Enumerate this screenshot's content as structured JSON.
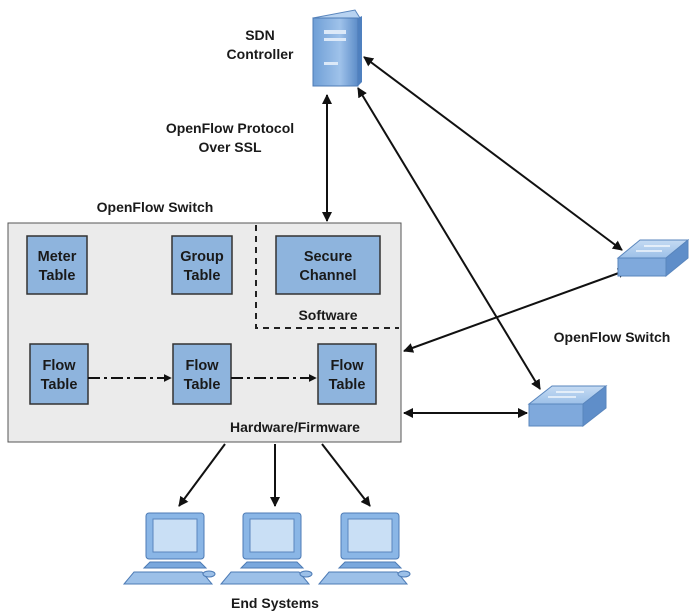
{
  "sdn_controller": {
    "line1": "SDN",
    "line2": "Controller"
  },
  "protocol": {
    "line1": "OpenFlow Protocol",
    "line2": "Over SSL"
  },
  "openflow_switch_main": {
    "title": "OpenFlow Switch",
    "meter_table": {
      "line1": "Meter",
      "line2": "Table"
    },
    "group_table": {
      "line1": "Group",
      "line2": "Table"
    },
    "secure_channel": {
      "line1": "Secure",
      "line2": "Channel"
    },
    "software_label": "Software",
    "flow_tables": [
      {
        "line1": "Flow",
        "line2": "Table"
      },
      {
        "line1": "Flow",
        "line2": "Table"
      },
      {
        "line1": "Flow",
        "line2": "Table"
      }
    ],
    "hardware_label": "Hardware/Firmware"
  },
  "remote_switch_label": "OpenFlow Switch",
  "end_systems_label": "End Systems",
  "colors": {
    "box_fill": "#8eb4dd",
    "box_stroke": "#333333",
    "switch_fill": "#ebebeb",
    "device_blue": "#8ab6e6"
  }
}
